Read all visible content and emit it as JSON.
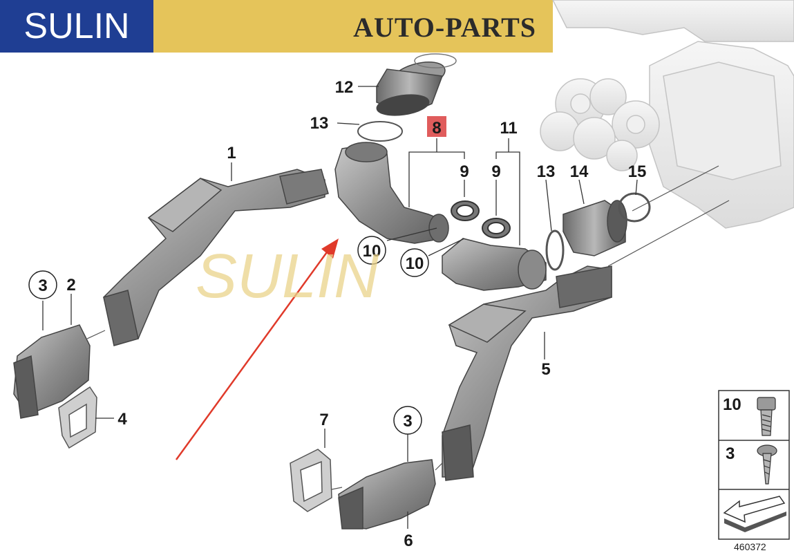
{
  "brand": {
    "logo_text": "SULIN",
    "tagline": "AUTO-PARTS",
    "watermark": "SULIN"
  },
  "colors": {
    "brand_blue": "#1f3e93",
    "banner_gold": "#e5c45a",
    "highlight_red": "#e05c5c",
    "arrow_red": "#e03a2a"
  },
  "callouts": {
    "c1": "1",
    "c2": "2",
    "c3a": "3",
    "c4": "4",
    "c5": "5",
    "c6": "6",
    "c7": "7",
    "c8": "8",
    "c9a": "9",
    "c9b": "9",
    "c10a": "10",
    "c10b": "10",
    "c11": "11",
    "c12": "12",
    "c13a": "13",
    "c13b": "13",
    "c14": "14",
    "c15": "15",
    "c3b": "3"
  },
  "legend": {
    "screw10": "10",
    "screw3": "3",
    "diagram_number": "460372"
  },
  "highlighted_part": "8"
}
